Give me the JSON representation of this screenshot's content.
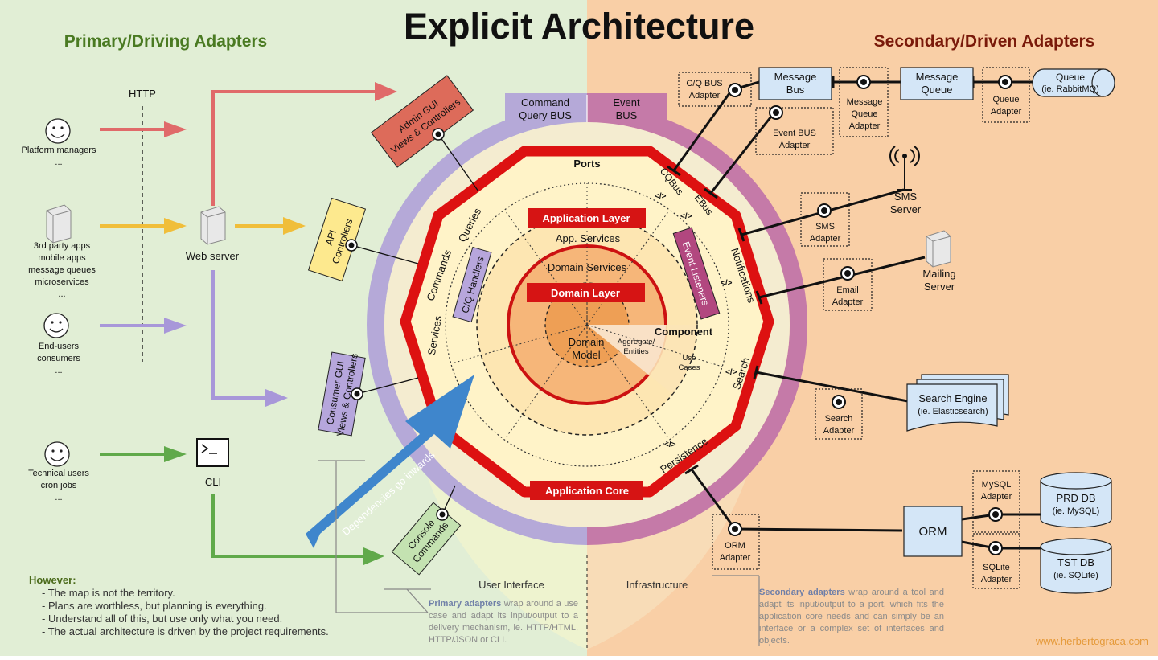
{
  "title": "Explicit Architecture",
  "left_heading": "Primary/Driving Adapters",
  "right_heading": "Secondary/Driven Adapters",
  "http_label": "HTTP",
  "actors": {
    "platform": [
      "Platform managers",
      "..."
    ],
    "third_party": [
      "3rd party apps",
      "mobile apps",
      "message queues",
      "microservices",
      "..."
    ],
    "end_users": [
      "End-users",
      "consumers",
      "..."
    ],
    "technical": [
      "Technical users",
      "cron jobs",
      "..."
    ]
  },
  "web_server": "Web server",
  "cli": "CLI",
  "primary_adapters": {
    "admin_gui": [
      "Admin GUI",
      "Views & Controllers"
    ],
    "api": [
      "API",
      "Controllers"
    ],
    "consumer_gui": [
      "Consumer GUI",
      "Views & Controllers"
    ],
    "console": [
      "Console",
      "Commands"
    ]
  },
  "bus_labels": {
    "command_query": [
      "Command",
      "Query BUS"
    ],
    "event": [
      "Event",
      "BUS"
    ]
  },
  "core": {
    "ports": "Ports",
    "application_layer": "Application Layer",
    "app_services": "App. Services",
    "domain_services": "Domain Services",
    "domain_layer": "Domain Layer",
    "domain_model": [
      "Domain",
      "Model"
    ],
    "component": "Component",
    "aggregate": [
      "Aggregate/",
      "Entities"
    ],
    "use_cases": [
      "Use",
      "Cases"
    ],
    "application_core": "Application Core",
    "cq_handlers": "C/Q Handlers",
    "event_listeners": "Event Listeners",
    "queries": "Queries",
    "commands": "Commands",
    "services": "Services",
    "cqbus": "CQBus",
    "ebus": "EBus",
    "notifications": "Notifications",
    "search": "Search",
    "persistence": "Persistence",
    "dependencies": "Dependencies go inwards",
    "user_interface": "User Interface",
    "infrastructure": "Infrastructure"
  },
  "secondary": {
    "cq_bus_adapter": [
      "C/Q BUS",
      "Adapter"
    ],
    "message_bus": [
      "Message",
      "Bus"
    ],
    "event_bus_adapter": [
      "Event BUS",
      "Adapter"
    ],
    "mq_adapter": [
      "Message",
      "Queue",
      "Adapter"
    ],
    "message_queue": [
      "Message",
      "Queue"
    ],
    "queue_adapter": [
      "Queue",
      "Adapter"
    ],
    "queue": [
      "Queue",
      "(ie. RabbitMQ)"
    ],
    "sms_server": [
      "SMS",
      "Server"
    ],
    "sms_adapter": [
      "SMS",
      "Adapter"
    ],
    "mailing_server": [
      "Mailing",
      "Server"
    ],
    "email_adapter": [
      "Email",
      "Adapter"
    ],
    "search_engine": [
      "Search Engine",
      "(ie. Elasticsearch)"
    ],
    "search_adapter": [
      "Search",
      "Adapter"
    ],
    "orm": "ORM",
    "orm_adapter": [
      "ORM",
      "Adapter"
    ],
    "mysql_adapter": [
      "MySQL",
      "Adapter"
    ],
    "sqlite_adapter": [
      "SQLite",
      "Adapter"
    ],
    "prd_db": [
      "PRD DB",
      "(ie. MySQL)"
    ],
    "tst_db": [
      "TST DB",
      "(ie. SQLite)"
    ]
  },
  "notes": {
    "primary_bold": "Primary adapters",
    "primary_text": " wrap around a use case and adapt its input/output to a delivery mechanism, ie. HTTP/HTML, HTTP/JSON or CLI.",
    "secondary_bold": "Secondary adapters",
    "secondary_text": " wrap around a tool and adapt its input/output to a port, which fits the application core needs and can simply be an interface or a complex set of interfaces and objects."
  },
  "however": {
    "heading": "However:",
    "items": [
      "The map is not the territory.",
      "Plans are worthless, but planning is everything.",
      "Understand all of this, but use only what you need.",
      "The actual architecture is driven by the project requirements."
    ]
  },
  "credit": "www.herbertograca.com"
}
